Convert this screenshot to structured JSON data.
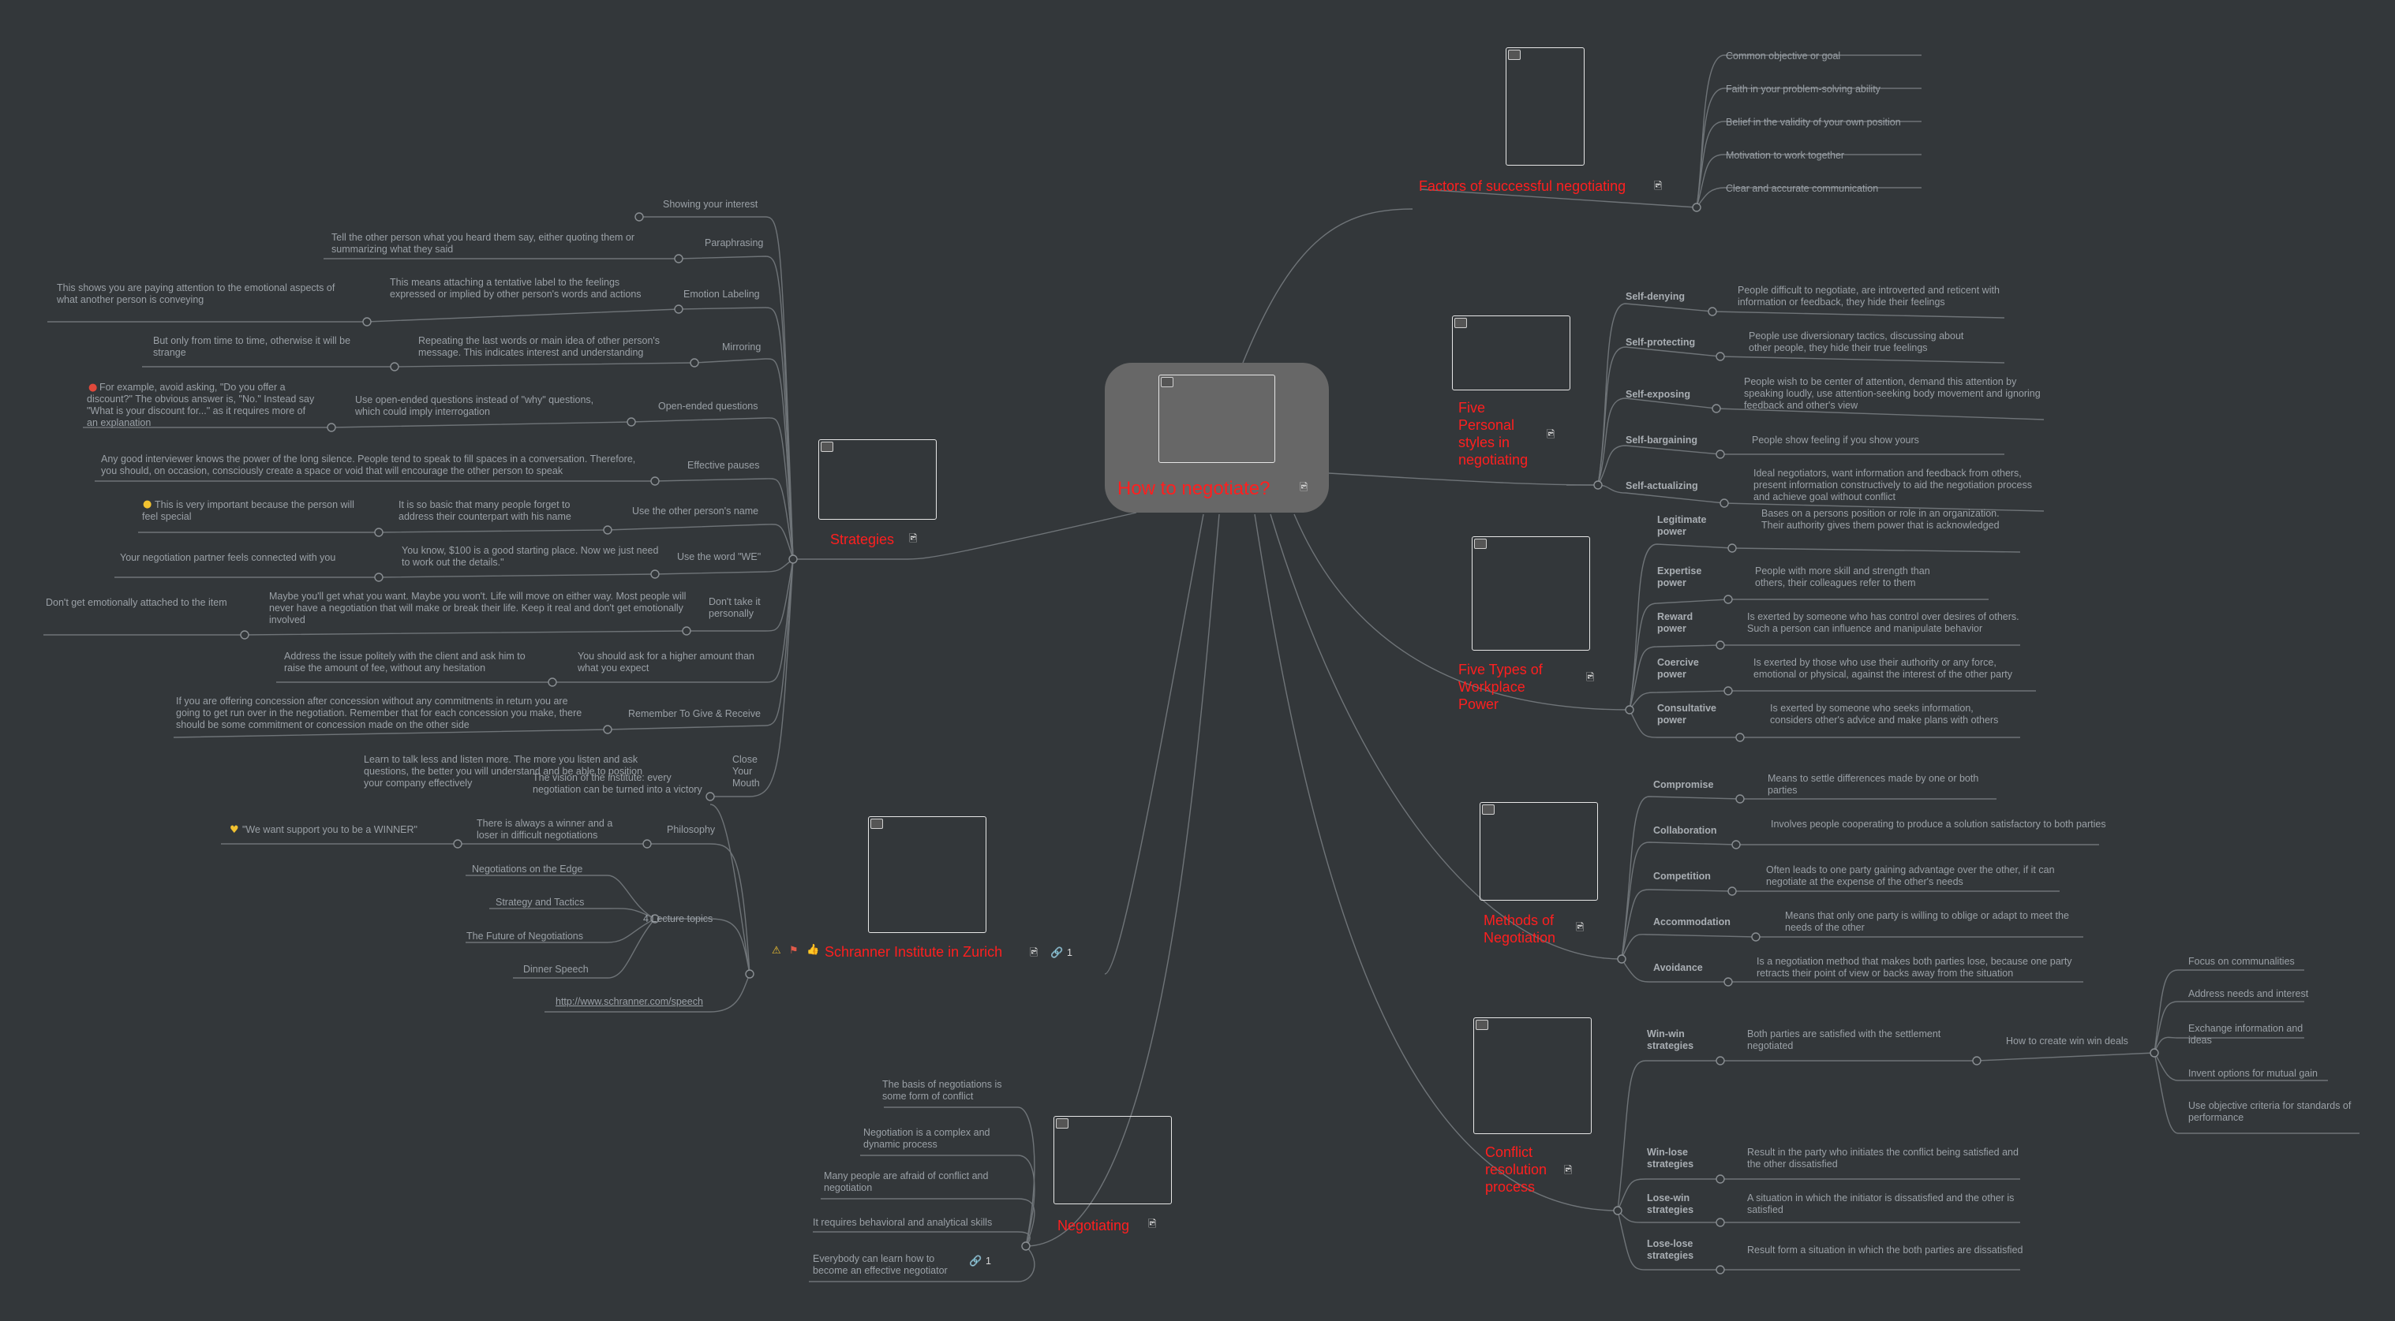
{
  "root": {
    "title": "How to negotiate?"
  },
  "factors": {
    "title": "Factors of successful negotiating",
    "items": [
      "Common objective or goal",
      "Faith in your problem-solving ability",
      "Belief in the validity of your own position",
      "Motivation to work together",
      "Clear and accurate communication"
    ]
  },
  "personal_styles": {
    "title": "Five Personal styles in negotiating",
    "items": [
      {
        "label": "Self-denying",
        "desc": "People difficult to negotiate, are introverted and reticent with information or feedback, they hide their feelings"
      },
      {
        "label": "Self-protecting",
        "desc": "People use diversionary tactics, discussing about other people, they hide their true feelings"
      },
      {
        "label": "Self-exposing",
        "desc": "People wish to be center of attention, demand this attention by speaking loudly, use attention-seeking body movement and ignoring feedback and other's view"
      },
      {
        "label": "Self-bargaining",
        "desc": "People show feeling if you show yours"
      },
      {
        "label": "Self-actualizing",
        "desc": "Ideal negotiators, want information and feedback from others, present information constructively to aid the negotiation process and achieve goal without conflict"
      }
    ]
  },
  "power": {
    "title": "Five Types of Workplace Power",
    "items": [
      {
        "label": "Legitimate power",
        "desc": "Bases on a persons position or role in an organization. Their authority gives them power that is acknowledged"
      },
      {
        "label": "Expertise power",
        "desc": "People with more skill and strength than others, their colleagues refer to them"
      },
      {
        "label": "Reward power",
        "desc": "Is exerted by someone who has control over desires of others. Such a person can influence and manipulate behavior"
      },
      {
        "label": "Coercive power",
        "desc": "Is exerted by those who use their authority or any force, emotional or physical, against the interest of the other party"
      },
      {
        "label": "Consultative power",
        "desc": "Is exerted by someone who seeks information, considers other's advice and make plans with others"
      }
    ]
  },
  "methods": {
    "title": "Methods of Negotiation",
    "items": [
      {
        "label": "Compromise",
        "desc": "Means to settle differences made by one or both parties"
      },
      {
        "label": "Collaboration",
        "desc": "Involves people cooperating to produce a solution satisfactory to both parties"
      },
      {
        "label": "Competition",
        "desc": "Often leads to one party gaining advantage over the other, if it can negotiate at the expense of the other's needs"
      },
      {
        "label": "Accommodation",
        "desc": "Means that only one party is willing to oblige or adapt to meet the needs of the other"
      },
      {
        "label": "Avoidance",
        "desc": "Is a negotiation method that makes both parties lose, because one party retracts their point of view or backs away from the situation"
      }
    ]
  },
  "conflict": {
    "title": "Conflict resolution process",
    "items": [
      {
        "label": "Win-win strategies",
        "desc": "Both parties are satisfied with the settlement negotiated"
      },
      {
        "label": "Win-lose strategies",
        "desc": "Result in the party who initiates the conflict being satisfied and the other dissatisfied"
      },
      {
        "label": "Lose-win strategies",
        "desc": "A situation in which the initiator is dissatisfied and the other is satisfied"
      },
      {
        "label": "Lose-lose strategies",
        "desc": "Result form a situation in which the both parties are dissatisfied"
      }
    ],
    "win_win": {
      "label": "How to create win win deals",
      "items": [
        "Focus on communalities",
        "Address needs and interest",
        "Exchange information and ideas",
        "Invent options for mutual gain",
        "Use objective criteria for standards of performance"
      ]
    }
  },
  "negotiating": {
    "title": "Negotiating",
    "items": [
      "The basis of negotiations is some form of conflict",
      "Negotiation is a complex and dynamic process",
      "Many people are afraid of conflict and negotiation",
      "It requires behavioral and analytical skills",
      "Everybody can learn how to become an effective negotiator"
    ],
    "link_count": "1"
  },
  "schranner": {
    "title": "Schranner Institute in Zurich",
    "link_count": "1",
    "items": {
      "vision": "The vision of the institute: every negotiation can be turned into a victory",
      "philosophy": "Philosophy",
      "philosophy_sub": "There is always a winner and a loser in difficult negotiations",
      "philosophy_quote": "\"We want support you to be a WINNER\"",
      "lecture": "4 Lecture topics",
      "lectures": [
        "Negotiations on the Edge",
        "Strategy and Tactics",
        "The Future of Negotiations",
        "Dinner Speech"
      ],
      "url": "http://www.schranner.com/speech"
    }
  },
  "strategies": {
    "title": "Strategies",
    "items": {
      "s1": "Showing your interest",
      "s2": "Paraphrasing",
      "s2d": "Tell the other person what you heard them say, either quoting them or summarizing what they said",
      "s3": "Emotion Labeling",
      "s3d": "This means attaching a tentative label to the feelings expressed or implied by other person's words and actions",
      "s3dd": "This shows you are paying attention to the emotional aspects of what another person is conveying",
      "s4": "Mirroring",
      "s4d": "Repeating the last words or main idea of other person's message. This indicates interest and understanding",
      "s4dd": "But only from time to time, otherwise it will be strange",
      "s5": "Open-ended questions",
      "s5d": "Use open-ended questions instead of \"why\" questions, which could imply interrogation",
      "s5dd": "For example, avoid asking, \"Do you offer a discount?\" The obvious answer is, \"No.\" Instead say \"What is your discount for...\" as it requires more of an explanation",
      "s6": "Effective pauses",
      "s6d": "Any good interviewer knows the power of the long silence. People tend to speak to fill spaces in a conversation. Therefore, you should, on occasion, consciously create a space or void that will encourage the other person to speak",
      "s7": "Use the other person's name",
      "s7d": "It is so basic that many people forget to address their counterpart with his name",
      "s7dd": "This is very important because the person will feel special",
      "s8": "Use the word \"WE\"",
      "s8d": "You know, $100 is a good starting place. Now we just need to work out the details.\"",
      "s8dd": "Your negotiation partner feels connected with you",
      "s9": "Don't take it personally",
      "s9d": "Maybe you'll get what you want. Maybe you won't. Life will move on either way. Most people will never have a negotiation that will make or break their life. Keep it real and don't get emotionally involved",
      "s9dd": "Don't get emotionally attached to the item",
      "s10": "You should ask for a higher amount than what you expect",
      "s10d": "Address the issue politely with the client and ask him to raise the amount of fee, without any hesitation",
      "s11": "Remember To Give & Receive",
      "s11d": "If you are offering concession after concession without any commitments in return you are going to get run over in the negotiation. Remember that for each concession you make, there should be some commitment or concession made on the other side",
      "s12": "Close Your Mouth",
      "s12d": "Learn to talk less and listen more. The more you listen and ask questions, the better you will understand and be able to position your company effectively"
    }
  },
  "colors": {
    "topic": "#ff1f1f",
    "background": "#33373a",
    "line": "#6f7478",
    "text": "#9aa0a6",
    "root_fill": "#676767"
  }
}
